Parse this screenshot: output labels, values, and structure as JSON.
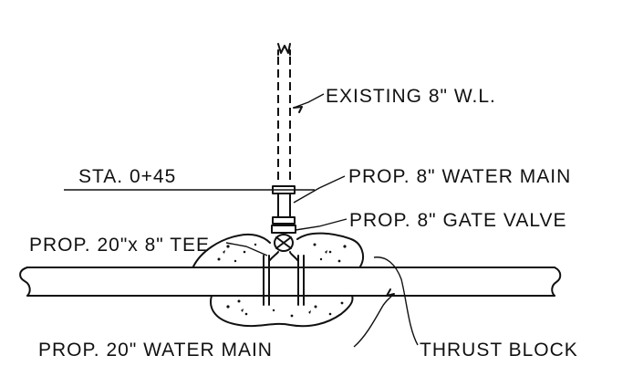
{
  "labels": {
    "existing_wl": "EXISTING 8\" W.L.",
    "station": "STA. 0+45",
    "water_main_8": "PROP. 8\" WATER MAIN",
    "gate_valve": "PROP. 8\" GATE VALVE",
    "tee": "PROP. 20\"x 8\" TEE",
    "water_main_20": "PROP.  20\" WATER MAIN",
    "thrust_block": "THRUST BLOCK"
  }
}
